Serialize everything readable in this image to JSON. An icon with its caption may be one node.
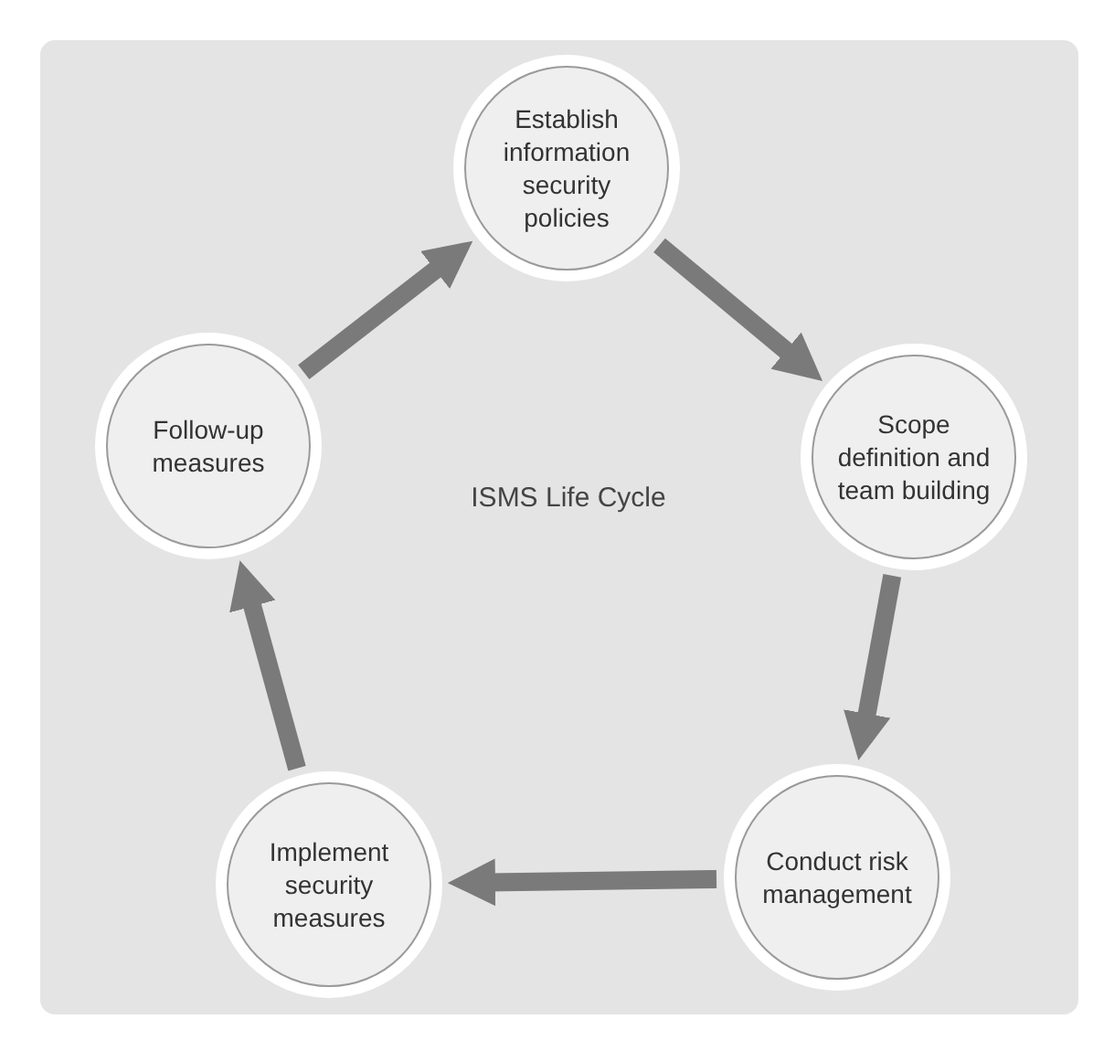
{
  "diagram": {
    "nodes": [
      {
        "text": [
          "Establish information security policies"
        ]
      },
      {
        "text": [
          "Scope definition and team building"
        ]
      },
      {
        "text": [
          "Conduct risk management"
        ]
      },
      {
        "text": [
          "Implement security measures"
        ]
      },
      {
        "text": [
          "Follow-up measures"
        ]
      }
    ],
    "edges": [
      {
        "from": 0,
        "to": 1,
        "arrow": "to"
      },
      {
        "from": 1,
        "to": 2,
        "arrow": "to"
      },
      {
        "from": 2,
        "to": 3,
        "arrow": "to"
      },
      {
        "from": 3,
        "to": 4,
        "arrow": "to"
      },
      {
        "from": 4,
        "to": 0,
        "arrow": "to"
      }
    ],
    "labels": [
      "ISMS Life Cycle"
    ]
  }
}
